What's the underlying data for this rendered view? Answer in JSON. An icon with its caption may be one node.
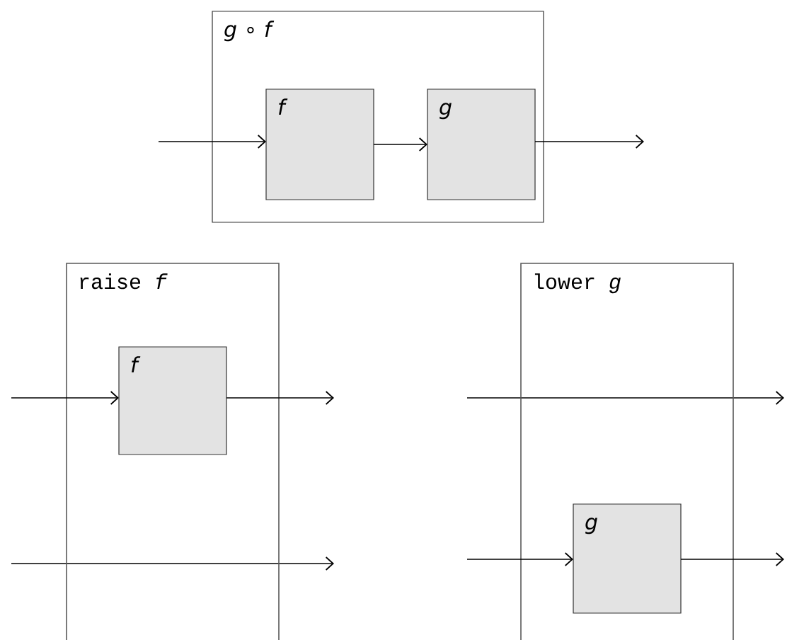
{
  "diagram": {
    "nodes": [
      {
        "text": [
          "*g* ∘ *f*"
        ]
      },
      {
        "text": [
          "f"
        ],
        "in": 0
      },
      {
        "text": [
          "g"
        ],
        "in": 0
      },
      {
        "text": [
          "raise *f*"
        ]
      },
      {
        "text": [
          "f"
        ],
        "in": 3
      },
      {
        "text": [
          "lower *g*"
        ]
      },
      {
        "text": [
          "g"
        ],
        "in": 5
      }
    ],
    "edges": [
      {
        "from": null,
        "to": 1,
        "arrow": "to"
      },
      {
        "from": 1,
        "to": 2,
        "arrow": "to"
      },
      {
        "from": 2,
        "to": null,
        "arrow": "to"
      },
      {
        "from": null,
        "to": 4,
        "arrow": "to"
      },
      {
        "from": 4,
        "to": null,
        "arrow": "to"
      },
      {
        "from": null,
        "to": 6,
        "arrow": "to"
      },
      {
        "from": 6,
        "to": null,
        "arrow": "to"
      }
    ]
  }
}
